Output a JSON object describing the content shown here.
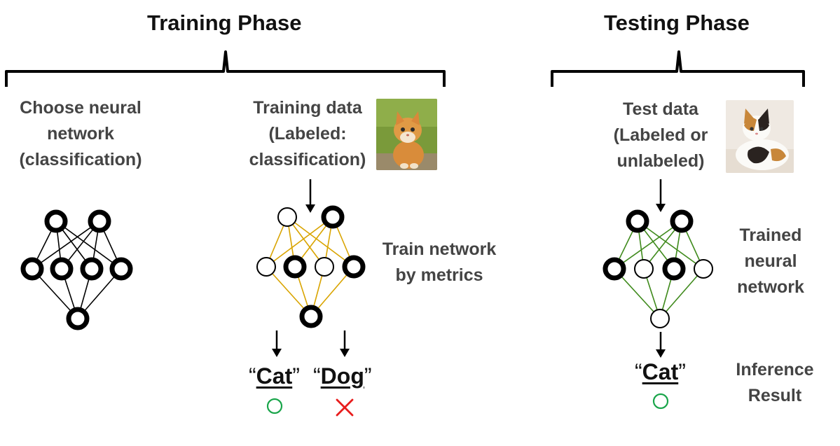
{
  "diagram": {
    "training_phase": {
      "title": "Training Phase",
      "choose_network": [
        "Choose neural",
        "network",
        "(classification)"
      ],
      "training_data": [
        "Training data",
        "(Labeled:",
        "classification)"
      ],
      "train_label": [
        "Train network",
        "by metrics"
      ],
      "outputs": [
        {
          "prefix": "“",
          "word": "Cat",
          "suffix": "”",
          "mark": "circle",
          "mark_color": "#19a54a"
        },
        {
          "prefix": "“",
          "word": "Dog",
          "suffix": "”",
          "mark": "cross",
          "mark_color": "#e81c1c"
        }
      ]
    },
    "testing_phase": {
      "title": "Testing Phase",
      "test_data": [
        "Test data",
        "(Labeled or",
        "unlabeled)"
      ],
      "trained_label": [
        "Trained",
        "neural",
        "network"
      ],
      "output": {
        "prefix": "“",
        "word": "Cat",
        "suffix": "”",
        "mark": "circle",
        "mark_color": "#19a54a"
      },
      "inference_label": [
        "Inference",
        "Result"
      ]
    },
    "colors": {
      "untrained_edges": "#000000",
      "training_edges": "#d9a400",
      "trained_edges": "#3f8a1c",
      "text_dark": "#111111",
      "text_gray": "#444444"
    }
  }
}
